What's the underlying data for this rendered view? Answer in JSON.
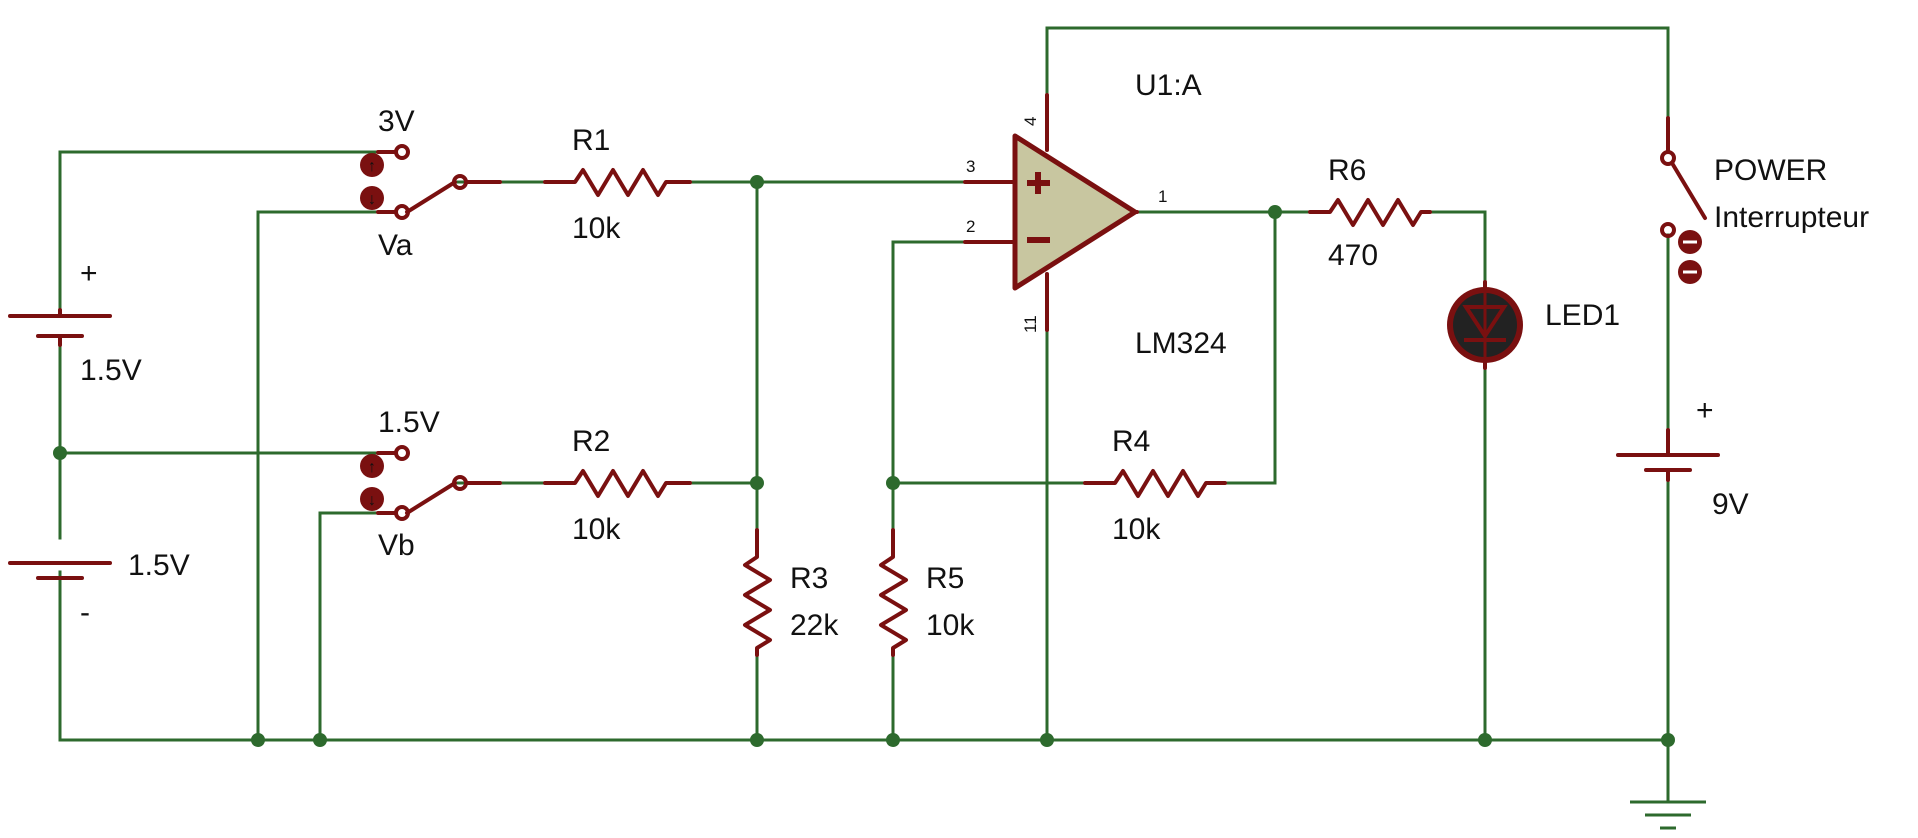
{
  "components": {
    "opamp": {
      "ref": "U1:A",
      "part": "LM324",
      "pin_plus": "3",
      "pin_minus": "2",
      "pin_out": "1",
      "pin_vcc": "4",
      "pin_vee": "11",
      "plus_sign": "+",
      "minus_sign": "-"
    },
    "switch_a": {
      "top_label": "3V",
      "name": "Va"
    },
    "switch_b": {
      "top_label": "1.5V",
      "name": "Vb"
    },
    "switch_power": {
      "name": "POWER",
      "subtitle": "Interrupteur"
    },
    "r1": {
      "ref": "R1",
      "value": "10k"
    },
    "r2": {
      "ref": "R2",
      "value": "10k"
    },
    "r3": {
      "ref": "R3",
      "value": "22k"
    },
    "r4": {
      "ref": "R4",
      "value": "10k"
    },
    "r5": {
      "ref": "R5",
      "value": "10k"
    },
    "r6": {
      "ref": "R6",
      "value": "470"
    },
    "led": {
      "ref": "LED1"
    },
    "bat_top": {
      "plus": "+",
      "value": "1.5V"
    },
    "bat_bottom": {
      "value": "1.5V",
      "minus": "-"
    },
    "bat_9v": {
      "plus": "+",
      "value": "9V"
    }
  },
  "colors": {
    "wire": "#2d6a2d",
    "component": "#7a1010",
    "opamp_fill": "#c8c6a0"
  }
}
